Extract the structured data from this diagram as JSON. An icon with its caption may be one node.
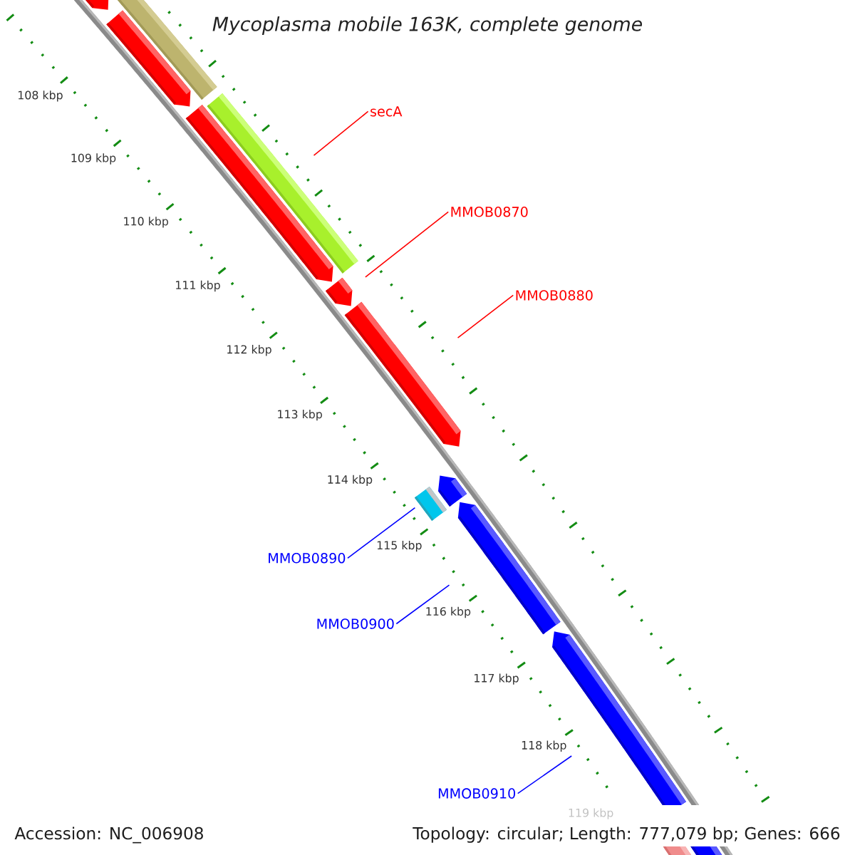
{
  "diagram": {
    "title": "Mycoplasma mobile 163K, complete genome",
    "nodes": [
      {
        "text": [
          "secA"
        ]
      },
      {
        "text": [
          "MMOB0870"
        ]
      },
      {
        "text": [
          "MMOB0880"
        ]
      },
      {
        "text": [
          "MMOB0890"
        ]
      },
      {
        "text": [
          "MMOB0900"
        ]
      },
      {
        "text": [
          "MMOB0910"
        ]
      },
      {
        "text": [],
        "shape": "arrow"
      },
      {
        "text": [],
        "shape": "arrow"
      },
      {
        "text": [],
        "shape": "arrow"
      },
      {
        "text": [],
        "shape": "arrow"
      },
      {
        "text": [],
        "shape": "arrow"
      },
      {
        "text": [],
        "shape": "arrow"
      }
    ],
    "edges": [
      {
        "from": 0,
        "to": 6,
        "arrow": "none",
        "color": "#ff0000"
      },
      {
        "from": 1,
        "to": 7,
        "arrow": "none",
        "color": "#ff0000"
      },
      {
        "from": 2,
        "to": 8,
        "arrow": "none",
        "color": "#ff0000"
      },
      {
        "from": 3,
        "to": 9,
        "arrow": "none",
        "color": "#0000ff"
      },
      {
        "from": 4,
        "to": 10,
        "arrow": "none",
        "color": "#0000ff"
      },
      {
        "from": 5,
        "to": 11,
        "arrow": "none",
        "color": "#0000ff"
      }
    ],
    "labels": [
      "108 kbp",
      "109 kbp",
      "110 kbp",
      "111 kbp",
      "112 kbp",
      "113 kbp",
      "114 kbp",
      "115 kbp",
      "116 kbp",
      "117 kbp",
      "118 kbp",
      "119 kbp",
      "Accession: NC_006908",
      "Topology: circular; Length: 777,079 bp; Genes: 666"
    ]
  }
}
